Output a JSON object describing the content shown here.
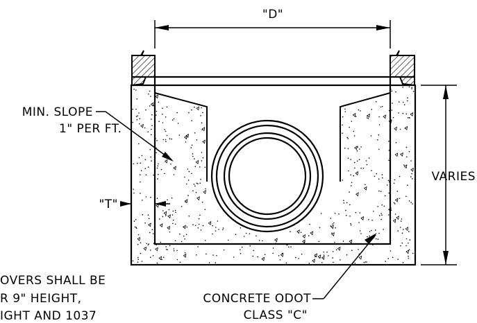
{
  "labels": {
    "dimension_d": "\"D\"",
    "varies": "VARIES",
    "thickness_t": "\"T\"",
    "min_slope_line1": "MIN. SLOPE",
    "min_slope_line2": "1\" PER FT.",
    "concrete_line1": "CONCRETE ODOT",
    "concrete_line2": "CLASS \"C\"",
    "note_line1": "OVERS SHALL BE",
    "note_line2": "R 9\" HEIGHT,",
    "note_line3": "IGHT AND 1037"
  }
}
